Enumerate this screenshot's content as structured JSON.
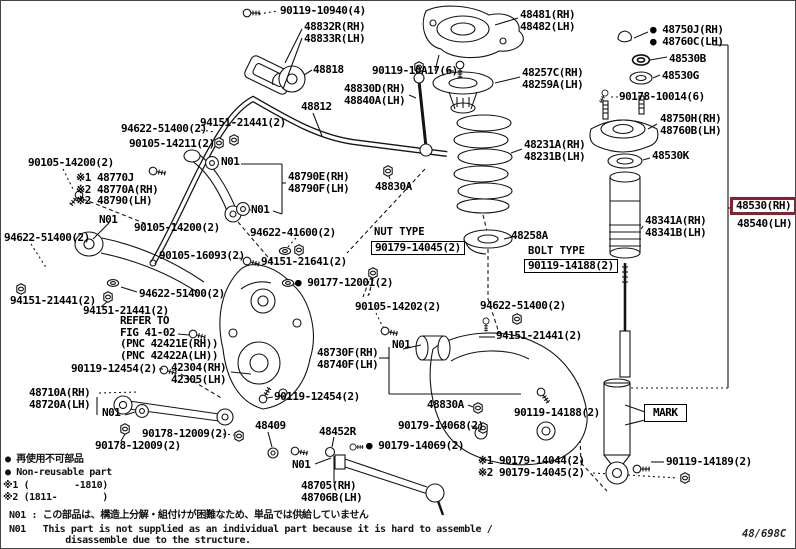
{
  "title": "Rear spring & shock absorber parts diagram",
  "diagram_code": "48/698C",
  "highlight_color": "#8b1f2f",
  "labels": {
    "l90119_10940": "90119-10940(4)",
    "l48832r": "48832R(RH)\n48833R(LH)",
    "l48818": "48818",
    "l48812": "48812",
    "l90119_10a17": "90119-10A17(6)",
    "l48830d": "48830D(RH)\n48840A(LH)",
    "l48481": "48481(RH)\n48482(LH)",
    "l48257c": "48257C(RH)\n48259A(LH)",
    "l48231a": "48231A(RH)\n48231B(LH)",
    "l48750j": "● 48750J(RH)\n● 48760C(LH)",
    "l48530b": "48530B",
    "l48530g": "48530G",
    "l90178_10014": "90178-10014(6)",
    "l48750h": "48750H(RH)\n48760B(LH)",
    "l48530k": "48530K",
    "l48530": "48530(RH)",
    "l48540": "48540(LH)",
    "l48341a": "48341A(RH)\n48341B(LH)",
    "l94622_51400_a": "94622-51400(2)",
    "l94151_21441_a": "94151-21441(2)",
    "l90105_14211": "90105-14211(2)",
    "l90105_14200_a": "90105-14200(2)",
    "l48770": "※1 48770J\n※2 48770A(RH)\n※2 48790(LH)",
    "l48790e": "48790E(RH)\n48790F(LH)",
    "l48830a_top": "48830A",
    "l90105_14200_b": "90105-14200(2)",
    "l90105_16093": "90105-16093(2)",
    "l94622_51400_b": "94622-51400(2)",
    "l94622_51400_c": "94622-51400(2)",
    "l94151_21441_b": "94151-21441(2)",
    "l94151_21441_c": "94151-21441(2)",
    "l94622_41600": "94622-41600(2)",
    "l94151_21641": "94151-21641(2)",
    "l90177_12001": "● 90177-12001(2)",
    "nut_type_title": "NUT TYPE",
    "nut_type_part": "90179-14045(2)",
    "bolt_type_title": "BOLT TYPE",
    "bolt_type_part": "90119-14188(2)",
    "l90105_14202": "90105-14202(2)",
    "l48730f": "48730F(RH)\n48740F(LH)",
    "l48258a": "48258A",
    "l94622_51400_d": "94622-51400(2)",
    "l94151_21441_d": "94151-21441(2)",
    "l90119_12454_a": "90119-12454(2)",
    "lrefer": "REFER TO\nFIG 41-02\n(PNC 42421E(RH))\n(PNC 42422A(LH))",
    "l42304": "42304(RH)\n42305(LH)",
    "l48710a": "48710A(RH)\n48720A(LH)",
    "l90119_12454_b": "90119-12454(2)",
    "l48830a_bot": "48830A",
    "l90179_14068": "90179-14068(2)",
    "l90179_14069": "● 90179-14069(2)",
    "l90119_14188": "90119-14188(2)",
    "lmark": "MARK",
    "l90119_14189": "90119-14189(2)",
    "l9017x": "※1 90179-14044(2)\n※2 90179-14045(2)",
    "l48409": "48409",
    "l48452r": "48452R",
    "l48705": "48705(RH)\n48706B(LH)",
    "l90178_12009_a": "90178-12009(2)",
    "l90178_12009_b": "90178-12009(2)",
    "n01": "N01"
  },
  "legend": {
    "jp": "● 再使用不可部品",
    "en": "● Non-reusable part",
    "s1": "※1 (        -1810)",
    "s2": "※2 (1811-        )"
  },
  "notes": {
    "jp": "N01 : この部品は、構造上分解・組付けが困難なため、単品では供給していません",
    "en": "N01   This part is not supplied as an individual part because it is hard to assemble /\n          disassemble due to the structure."
  }
}
